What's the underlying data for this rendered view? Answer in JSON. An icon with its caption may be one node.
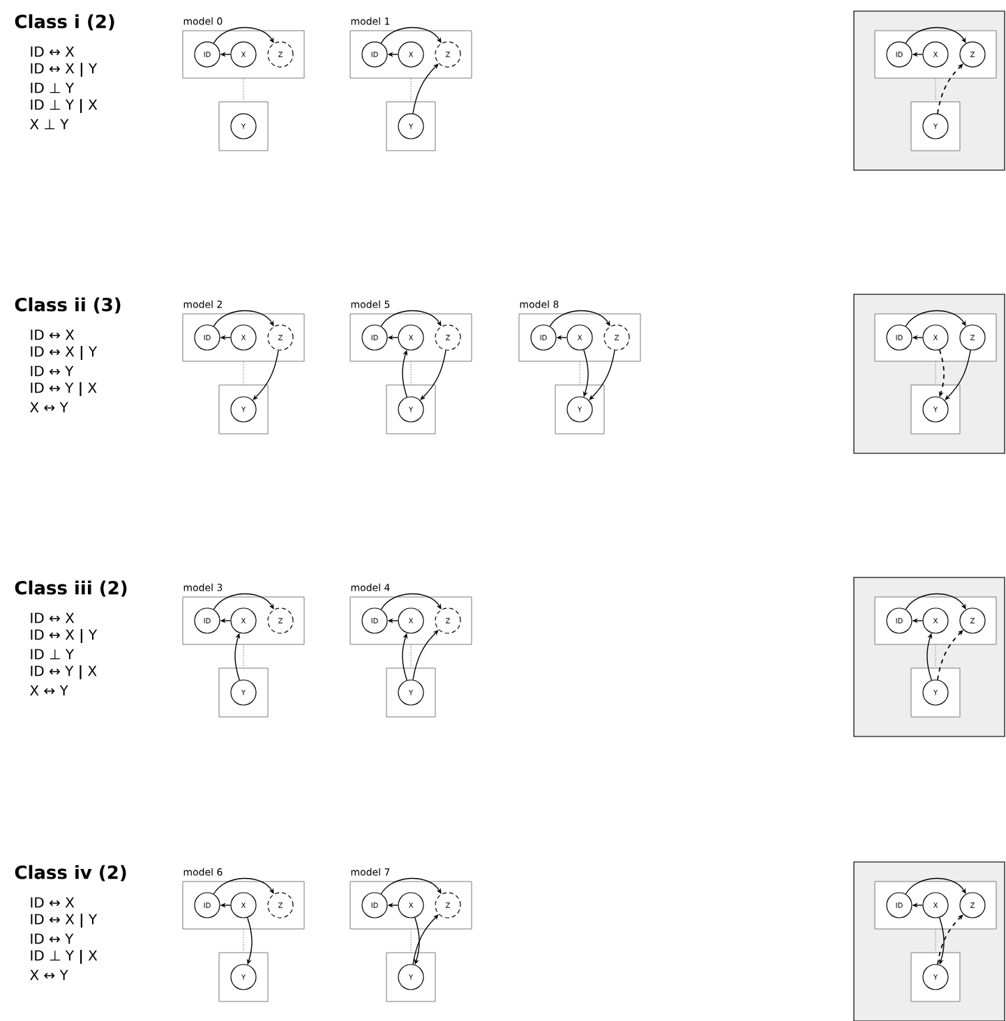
{
  "diagram": {
    "nodes": [
      {
        "text": [],
        "shape": "box",
        "beside": [
          "model 0"
        ]
      },
      {
        "text": [
          "ID"
        ],
        "in": 0
      },
      {
        "text": [
          "X"
        ],
        "in": 0
      },
      {
        "text": [
          "Z"
        ],
        "in": 0
      },
      {
        "text": [],
        "shape": "box"
      },
      {
        "text": [
          "Y"
        ],
        "in": 4
      },
      {
        "text": [],
        "shape": "box",
        "beside": [
          "model 1"
        ]
      },
      {
        "text": [
          "ID"
        ],
        "in": 6
      },
      {
        "text": [
          "X"
        ],
        "in": 6
      },
      {
        "text": [
          "Z"
        ],
        "in": 6
      },
      {
        "text": [],
        "shape": "box"
      },
      {
        "text": [
          "Y"
        ],
        "in": 10
      },
      {
        "text": [],
        "shape": "box"
      },
      {
        "text": [],
        "shape": "box",
        "in": 12
      },
      {
        "text": [
          "ID"
        ],
        "in": 13
      },
      {
        "text": [
          "X"
        ],
        "in": 13
      },
      {
        "text": [
          "Z"
        ],
        "in": 13
      },
      {
        "text": [],
        "shape": "box",
        "in": 12
      },
      {
        "text": [
          "Y"
        ],
        "in": 17
      },
      {
        "text": [],
        "shape": "box",
        "beside": [
          "model 2"
        ]
      },
      {
        "text": [
          "ID"
        ],
        "in": 19
      },
      {
        "text": [
          "X"
        ],
        "in": 19
      },
      {
        "text": [
          "Z"
        ],
        "in": 19
      },
      {
        "text": [],
        "shape": "box"
      },
      {
        "text": [
          "Y"
        ],
        "in": 23
      },
      {
        "text": [],
        "shape": "box",
        "beside": [
          "model 5"
        ]
      },
      {
        "text": [
          "ID"
        ],
        "in": 25
      },
      {
        "text": [
          "X"
        ],
        "in": 25
      },
      {
        "text": [
          "Z"
        ],
        "in": 25
      },
      {
        "text": [],
        "shape": "box"
      },
      {
        "text": [
          "Y"
        ],
        "in": 29
      },
      {
        "text": [],
        "shape": "box",
        "beside": [
          "model 8"
        ]
      },
      {
        "text": [
          "ID"
        ],
        "in": 31
      },
      {
        "text": [
          "X"
        ],
        "in": 31
      },
      {
        "text": [
          "Z"
        ],
        "in": 31
      },
      {
        "text": [],
        "shape": "box"
      },
      {
        "text": [
          "Y"
        ],
        "in": 35
      },
      {
        "text": [],
        "shape": "box"
      },
      {
        "text": [],
        "shape": "box",
        "in": 37
      },
      {
        "text": [
          "ID"
        ],
        "in": 38
      },
      {
        "text": [
          "X"
        ],
        "in": 38
      },
      {
        "text": [
          "Z"
        ],
        "in": 38
      },
      {
        "text": [],
        "shape": "box",
        "in": 37
      },
      {
        "text": [
          "Y"
        ],
        "in": 42
      },
      {
        "text": [],
        "shape": "box",
        "beside": [
          "model 3"
        ]
      },
      {
        "text": [
          "ID"
        ],
        "in": 44
      },
      {
        "text": [
          "X"
        ],
        "in": 44
      },
      {
        "text": [
          "Z"
        ],
        "in": 44
      },
      {
        "text": [],
        "shape": "box"
      },
      {
        "text": [
          "Y"
        ],
        "in": 48
      },
      {
        "text": [],
        "shape": "box",
        "beside": [
          "model 4"
        ]
      },
      {
        "text": [
          "ID"
        ],
        "in": 50
      },
      {
        "text": [
          "X"
        ],
        "in": 50
      },
      {
        "text": [
          "Z"
        ],
        "in": 50
      },
      {
        "text": [],
        "shape": "box"
      },
      {
        "text": [
          "Y"
        ],
        "in": 54
      },
      {
        "text": [],
        "shape": "box"
      },
      {
        "text": [],
        "shape": "box",
        "in": 56
      },
      {
        "text": [
          "ID"
        ],
        "in": 57
      },
      {
        "text": [
          "X"
        ],
        "in": 57
      },
      {
        "text": [
          "Z"
        ],
        "in": 57
      },
      {
        "text": [],
        "shape": "box",
        "in": 56
      },
      {
        "text": [
          "Y"
        ],
        "in": 61
      },
      {
        "text": [],
        "shape": "box",
        "beside": [
          "model 6"
        ]
      },
      {
        "text": [
          "ID"
        ],
        "in": 63
      },
      {
        "text": [
          "X"
        ],
        "in": 63
      },
      {
        "text": [
          "Z"
        ],
        "in": 63
      },
      {
        "text": [],
        "shape": "box"
      },
      {
        "text": [
          "Y"
        ],
        "in": 67
      },
      {
        "text": [],
        "shape": "box",
        "beside": [
          "model 7"
        ]
      },
      {
        "text": [
          "ID"
        ],
        "in": 69
      },
      {
        "text": [
          "X"
        ],
        "in": 69
      },
      {
        "text": [
          "Z"
        ],
        "in": 69
      },
      {
        "text": [],
        "shape": "box"
      },
      {
        "text": [
          "Y"
        ],
        "in": 73
      },
      {
        "text": [],
        "shape": "box"
      },
      {
        "text": [],
        "shape": "box",
        "in": 75
      },
      {
        "text": [
          "ID"
        ],
        "in": 76
      },
      {
        "text": [
          "X"
        ],
        "in": 76
      },
      {
        "text": [
          "Z"
        ],
        "in": 76
      },
      {
        "text": [],
        "shape": "box",
        "in": 75
      },
      {
        "text": [
          "Y"
        ],
        "in": 80
      }
    ],
    "edges": [
      {
        "from": 2,
        "to": 1,
        "arrow": "to"
      },
      {
        "from": 1,
        "to": 3,
        "arrow": "to"
      },
      {
        "from": 0,
        "to": 4,
        "arrow": "none",
        "style": "dashed",
        "color": "#aaaaaa"
      },
      {
        "from": 8,
        "to": 7,
        "arrow": "to"
      },
      {
        "from": 7,
        "to": 9,
        "arrow": "to"
      },
      {
        "from": 6,
        "to": 10,
        "arrow": "none",
        "style": "dashed",
        "color": "#aaaaaa"
      },
      {
        "from": 11,
        "to": 9,
        "arrow": "to"
      },
      {
        "from": 15,
        "to": 14,
        "arrow": "to"
      },
      {
        "from": 14,
        "to": 16,
        "arrow": "to"
      },
      {
        "from": 13,
        "to": 17,
        "arrow": "none",
        "style": "dashed",
        "color": "#aaaaaa"
      },
      {
        "from": 18,
        "to": 16,
        "arrow": "to",
        "style": "dashed"
      },
      {
        "from": 21,
        "to": 20,
        "arrow": "to"
      },
      {
        "from": 20,
        "to": 22,
        "arrow": "to"
      },
      {
        "from": 19,
        "to": 23,
        "arrow": "none",
        "style": "dashed",
        "color": "#aaaaaa"
      },
      {
        "from": 22,
        "to": 24,
        "arrow": "to"
      },
      {
        "from": 27,
        "to": 26,
        "arrow": "to"
      },
      {
        "from": 26,
        "to": 28,
        "arrow": "to"
      },
      {
        "from": 25,
        "to": 29,
        "arrow": "none",
        "style": "dashed",
        "color": "#aaaaaa"
      },
      {
        "from": 30,
        "to": 27,
        "arrow": "to"
      },
      {
        "from": 28,
        "to": 30,
        "arrow": "to"
      },
      {
        "from": 33,
        "to": 32,
        "arrow": "to"
      },
      {
        "from": 32,
        "to": 34,
        "arrow": "to"
      },
      {
        "from": 31,
        "to": 35,
        "arrow": "none",
        "style": "dashed",
        "color": "#aaaaaa"
      },
      {
        "from": 33,
        "to": 36,
        "arrow": "to"
      },
      {
        "from": 34,
        "to": 36,
        "arrow": "to"
      },
      {
        "from": 40,
        "to": 39,
        "arrow": "to"
      },
      {
        "from": 39,
        "to": 41,
        "arrow": "to"
      },
      {
        "from": 38,
        "to": 42,
        "arrow": "none",
        "style": "dashed",
        "color": "#aaaaaa"
      },
      {
        "from": 40,
        "to": 43,
        "arrow": "to",
        "style": "dashed"
      },
      {
        "from": 41,
        "to": 43,
        "arrow": "to"
      },
      {
        "from": 46,
        "to": 45,
        "arrow": "to"
      },
      {
        "from": 45,
        "to": 47,
        "arrow": "to"
      },
      {
        "from": 44,
        "to": 48,
        "arrow": "none",
        "style": "dashed",
        "color": "#aaaaaa"
      },
      {
        "from": 49,
        "to": 46,
        "arrow": "to"
      },
      {
        "from": 52,
        "to": 51,
        "arrow": "to"
      },
      {
        "from": 51,
        "to": 53,
        "arrow": "to"
      },
      {
        "from": 50,
        "to": 54,
        "arrow": "none",
        "style": "dashed",
        "color": "#aaaaaa"
      },
      {
        "from": 55,
        "to": 52,
        "arrow": "to"
      },
      {
        "from": 55,
        "to": 53,
        "arrow": "to"
      },
      {
        "from": 59,
        "to": 58,
        "arrow": "to"
      },
      {
        "from": 58,
        "to": 60,
        "arrow": "to"
      },
      {
        "from": 57,
        "to": 61,
        "arrow": "none",
        "style": "dashed",
        "color": "#aaaaaa"
      },
      {
        "from": 62,
        "to": 59,
        "arrow": "to"
      },
      {
        "from": 62,
        "to": 60,
        "arrow": "to",
        "style": "dashed"
      },
      {
        "from": 65,
        "to": 64,
        "arrow": "to"
      },
      {
        "from": 64,
        "to": 66,
        "arrow": "to"
      },
      {
        "from": 63,
        "to": 67,
        "arrow": "none",
        "style": "dashed",
        "color": "#aaaaaa"
      },
      {
        "from": 65,
        "to": 68,
        "arrow": "to"
      },
      {
        "from": 71,
        "to": 70,
        "arrow": "to"
      },
      {
        "from": 70,
        "to": 72,
        "arrow": "to"
      },
      {
        "from": 69,
        "to": 73,
        "arrow": "none",
        "style": "dashed",
        "color": "#aaaaaa"
      },
      {
        "from": 71,
        "to": 74,
        "arrow": "to"
      },
      {
        "from": 74,
        "to": 72,
        "arrow": "to"
      },
      {
        "from": 78,
        "to": 77,
        "arrow": "to"
      },
      {
        "from": 77,
        "to": 79,
        "arrow": "to"
      },
      {
        "from": 76,
        "to": 80,
        "arrow": "none",
        "style": "dashed",
        "color": "#aaaaaa"
      },
      {
        "from": 78,
        "to": 81,
        "arrow": "to"
      },
      {
        "from": 81,
        "to": 79,
        "arrow": "to",
        "style": "dashed"
      }
    ],
    "labels": [
      "Class i (2)",
      "ID ↔ X",
      "ID ↔ X **|** Y",
      "ID ⊥ Y",
      "ID ⊥ Y **|** X",
      "X ⊥ Y",
      "Class ii (3)",
      "ID ↔ X",
      "ID ↔ X **|** Y",
      "ID ↔ Y",
      "ID ↔ Y **|** X",
      "X ↔ Y",
      "Class iii (2)",
      "ID ↔ X",
      "ID ↔ X **|** Y",
      "ID ⊥ Y",
      "ID ↔ Y **|** X",
      "X ↔ Y",
      "Class iv (2)",
      "ID ↔ X",
      "ID ↔ X **|** Y",
      "ID ↔ Y",
      "ID ⊥ Y **|** X",
      "X ↔ Y"
    ]
  }
}
